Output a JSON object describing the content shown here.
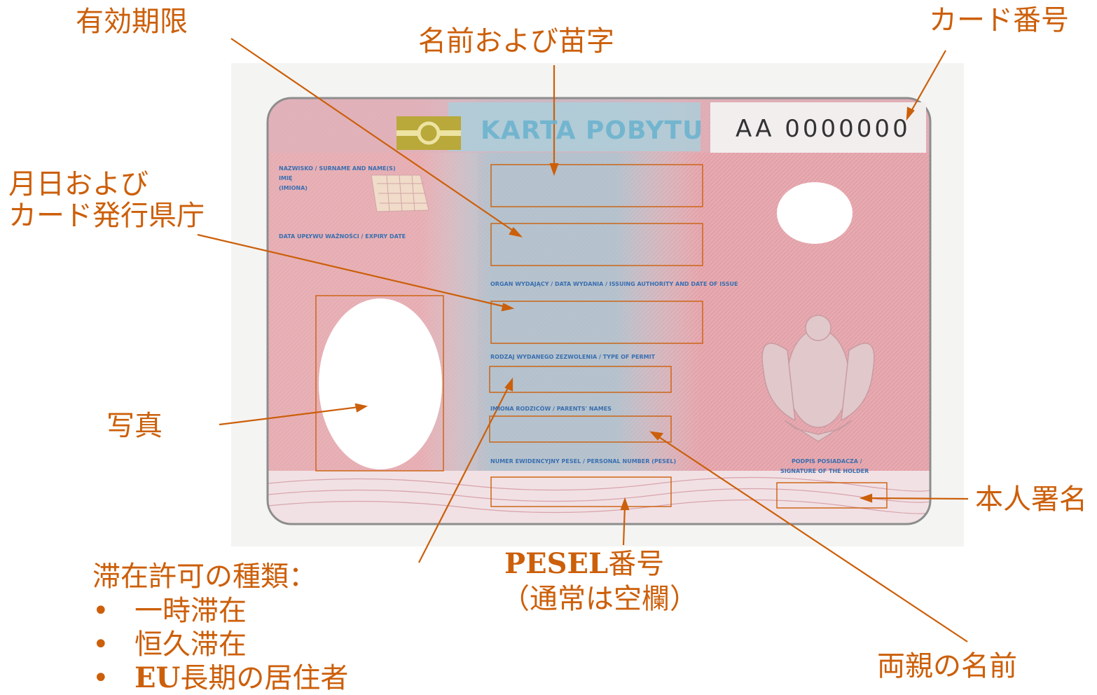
{
  "card": {
    "title": "KARTA POBYTU",
    "number": "AA 0000000",
    "field_captions": {
      "surname_names": "NAZWISKO / SURNAME AND NAME(S)",
      "imie": "IMIĘ",
      "imiona": "(IMIONA)",
      "expiry": "DATA UPŁYWU WAŻNOŚCI / EXPIRY DATE",
      "authority": "ORGAN WYDAJĄCY / DATA WYDANIA / ISSUING AUTHORITY AND DATE OF ISSUE",
      "permit_type": "RODZAJ WYDANEGO ZEZWOLENIA / TYPE OF PERMIT",
      "parents": "IMIONA RODZICÓW / PARENTS' NAMES",
      "pesel": "NUMER EWIDENCYJNY PESEL / PERSONAL NUMBER (PESEL)",
      "signature_line1": "PODPIS POSIADACZA /",
      "signature_line2": "SIGNATURE OF THE HOLDER"
    }
  },
  "annotations": {
    "expiry": "有効期限",
    "name": "名前および苗字",
    "card_number": "カード番号",
    "issue_line1": "月日および",
    "issue_line2": "カード発行県庁",
    "photo": "写真",
    "signature": "本人署名",
    "pesel_bold": "PESEL",
    "pesel_rest": "番号",
    "pesel_note": "（通常は空欄）",
    "parents": "両親の名前",
    "permit_title": "滞在許可の種類：",
    "permit_types": [
      "一時滞在",
      "恒久滞在"
    ],
    "permit_type3_bold": "EU",
    "permit_type3_rest": "長期の居住者"
  },
  "colors": {
    "annotation": "#cc5f0a",
    "card_red": "#d98e96",
    "card_blue": "#8fc3d6",
    "card_caption": "#3a6fb0"
  }
}
